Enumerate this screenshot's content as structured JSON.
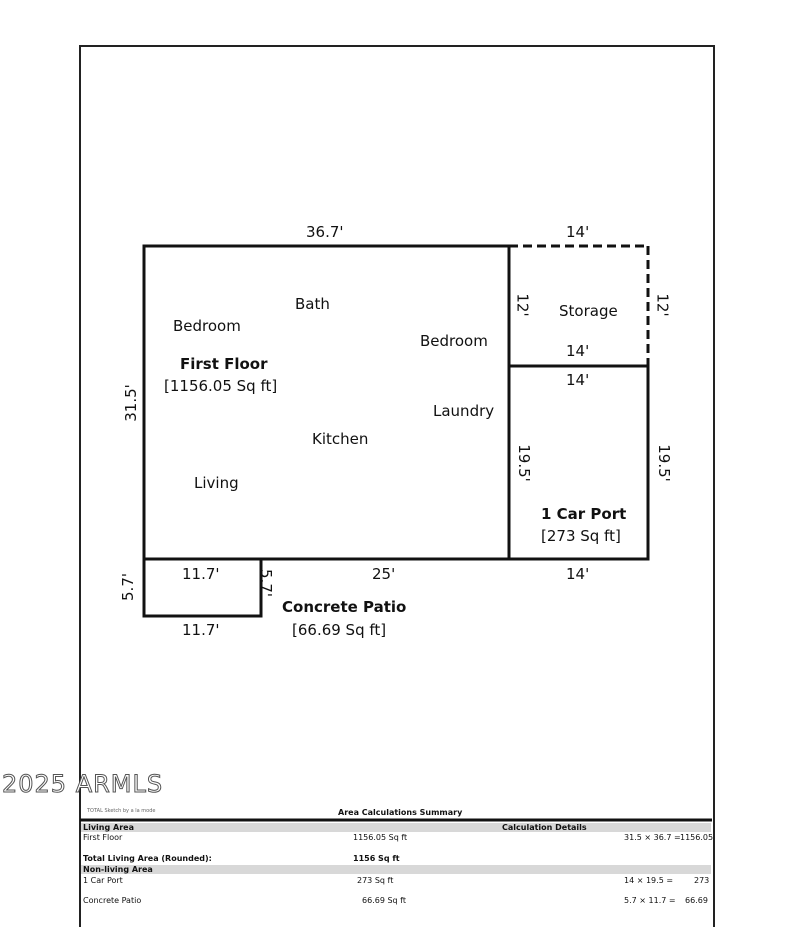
{
  "plan": {
    "dims": {
      "top_main": "36.7'",
      "top_storage": "14'",
      "storage_left": "12'",
      "storage_right": "12'",
      "storage_bottom": "14'",
      "carport_top": "14'",
      "left_main": "31.5'",
      "carport_left": "19.5'",
      "carport_right": "19.5'",
      "patio_top": "11.7'",
      "main_bottom": "25'",
      "carport_bottom": "14'",
      "patio_left": "5.7'",
      "patio_right": "5.7'",
      "patio_bottom": "11.7'"
    },
    "rooms": {
      "bath": "Bath",
      "bedroom1": "Bedroom",
      "bedroom2": "Bedroom",
      "laundry": "Laundry",
      "kitchen": "Kitchen",
      "living": "Living",
      "storage": "Storage"
    },
    "areas": {
      "first_floor_name": "First Floor",
      "first_floor_area": "[1156.05 Sq ft]",
      "carport_name": "1 Car Port",
      "carport_area": "[273 Sq ft]",
      "patio_name": "Concrete Patio",
      "patio_area": "[66.69 Sq ft]"
    }
  },
  "footer": {
    "credit": "TOTAL Sketch by a la mode",
    "title": "Area Calculations Summary"
  },
  "table": {
    "living_header": "Living Area",
    "details_header": "Calculation Details",
    "first_floor": {
      "label": "First Floor",
      "area": "1156.05 Sq ft",
      "calc": "31.5 × 36.7 =",
      "result": "1156.05"
    },
    "total_label": "Total Living Area (Rounded):",
    "total_value": "1156 Sq ft",
    "nonliving_header": "Non-living Area",
    "carport": {
      "label": "1 Car Port",
      "area": "273 Sq ft",
      "calc": "14 × 19.5 =",
      "result": "273"
    },
    "patio": {
      "label": "Concrete Patio",
      "area": "66.69 Sq ft",
      "calc": "5.7 × 11.7 =",
      "result": "66.69"
    }
  },
  "watermark": "2025 ARMLS"
}
